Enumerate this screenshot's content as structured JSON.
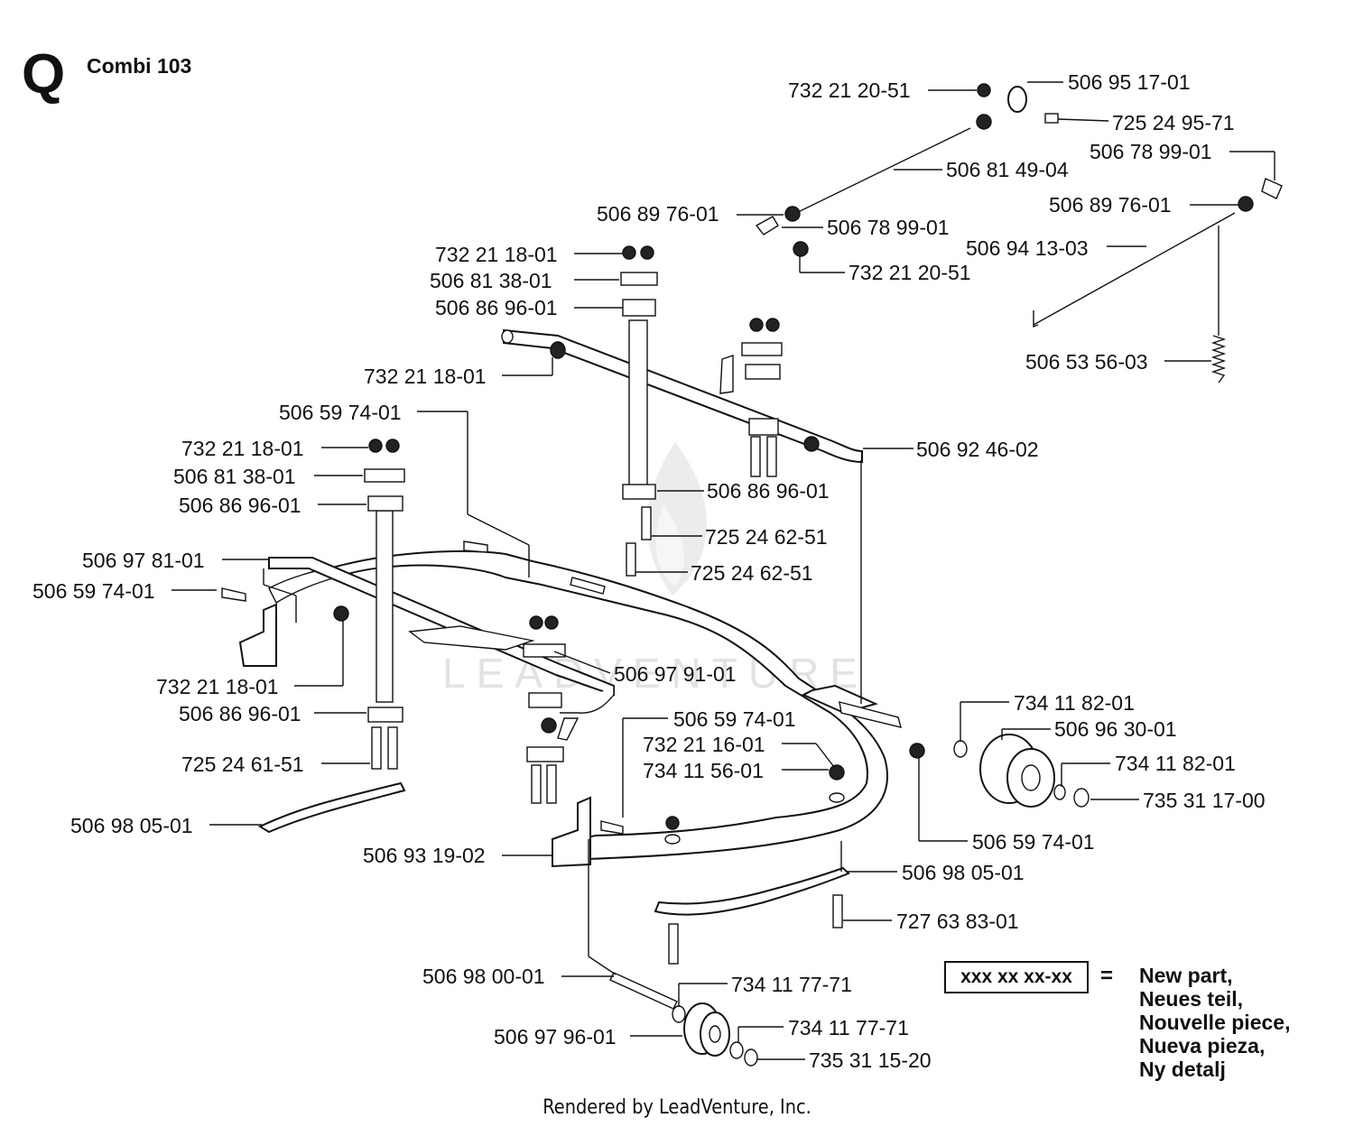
{
  "header": {
    "letter": "Q",
    "model": "Combi 103"
  },
  "watermark": "LEADVENTURE",
  "labels": [
    "732 21 20-51",
    "506 95 17-01",
    "725 24 95-71",
    "506 81 49-04",
    "506 78 99-01",
    "506 89 76-01",
    "506 89 76-01",
    "506 78 99-01",
    "506 94 13-03",
    "732 21 20-51",
    "732 21 18-01",
    "506 81 38-01",
    "506 86 96-01",
    "506 53 56-03",
    "732 21 18-01",
    "506 59 74-01",
    "732 21 18-01",
    "506 92 46-02",
    "506 81 38-01",
    "506 86 96-01",
    "506 86 96-01",
    "725 24 62-51",
    "506 97 81-01",
    "725 24 62-51",
    "506 59 74-01",
    "506 97 91-01",
    "732 21 18-01",
    "734 11 82-01",
    "506 86 96-01",
    "506 59 74-01",
    "506 96 30-01",
    "732 21 16-01",
    "725 24 61-51",
    "734 11 82-01",
    "734 11 56-01",
    "735 31 17-00",
    "506 98 05-01",
    "506 59 74-01",
    "506 93 19-02",
    "506 98 05-01",
    "727 63 83-01",
    "506 98 00-01",
    "734 11 77-71",
    "734 11 77-71",
    "506 97 96-01",
    "735 31 15-20"
  ],
  "legend": {
    "box": "xxx xx xx-xx",
    "equals": "=",
    "lines": [
      "New part,",
      "Neues teil,",
      "Nouvelle piece,",
      "Nueva pieza,",
      "Ny detalj"
    ]
  },
  "footer": {
    "credit": "Rendered by LeadVenture, Inc."
  }
}
